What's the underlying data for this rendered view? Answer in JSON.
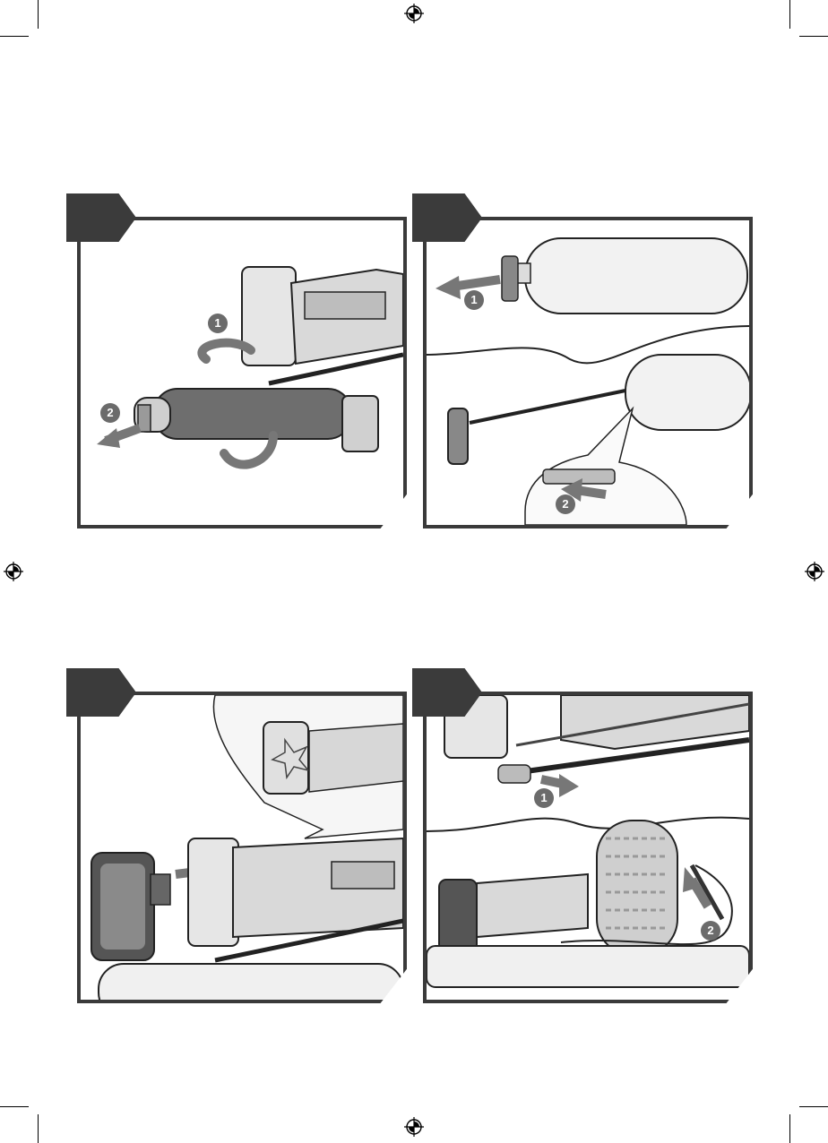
{
  "steps": [
    {
      "callouts": [
        "1",
        "2"
      ]
    },
    {
      "callouts": [
        "1",
        "2"
      ]
    },
    {
      "callouts": []
    },
    {
      "callouts": [
        "1",
        "2"
      ]
    }
  ],
  "colors": {
    "frame": "#3a3a3a",
    "tab": "#3b3b3b",
    "callout": "#6b6b6b",
    "arrow": "#777777"
  },
  "icons": [
    "registration-mark-icon",
    "crop-mark-icon"
  ]
}
